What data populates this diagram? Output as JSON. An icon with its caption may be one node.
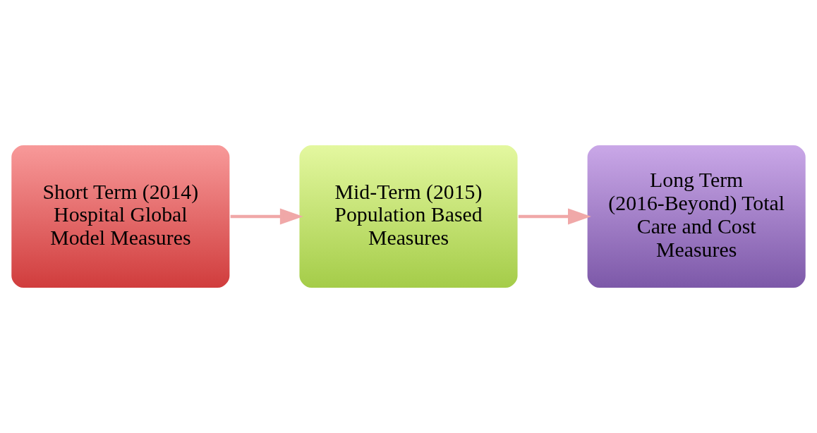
{
  "diagram": {
    "nodes": [
      {
        "text": [
          "Short Term (2014) Hospital Global Model Measures"
        ]
      },
      {
        "text": [
          "Mid-Term (2015) Population Based Measures"
        ]
      },
      {
        "text": [
          "Long Term (2016-Beyond) Total Care and Cost Measures"
        ]
      }
    ],
    "edges": [
      {
        "from": 0,
        "to": 1,
        "arrow": "to"
      },
      {
        "from": 1,
        "to": 2,
        "arrow": "to"
      }
    ]
  }
}
